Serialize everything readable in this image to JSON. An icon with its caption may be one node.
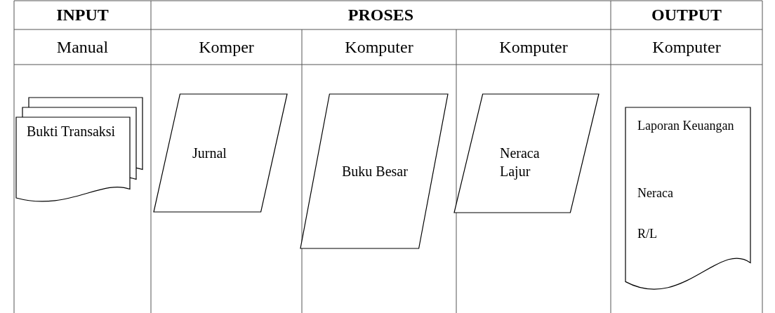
{
  "diagram": {
    "nodes": [
      {
        "text": [
          "Bukti Transaksi"
        ]
      },
      {
        "text": [
          "Jurnal"
        ]
      },
      {
        "text": [
          "Buku Besar"
        ]
      },
      {
        "text": [
          "Neraca Lajur"
        ]
      },
      {
        "text": [
          "Laporan Keuangan",
          "Neraca",
          "R/L"
        ]
      }
    ],
    "labels": [
      "INPUT",
      "PROSES",
      "OUTPUT",
      "Manual",
      "Komper",
      "Komputer",
      "Komputer",
      "Komputer"
    ]
  }
}
